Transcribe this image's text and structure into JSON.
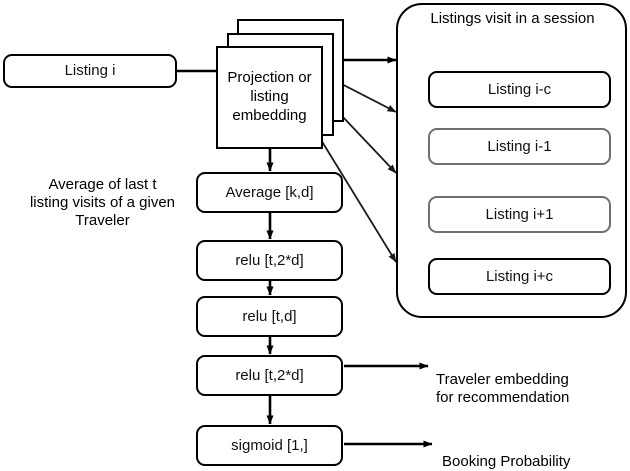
{
  "diagram": {
    "title_text": "Listings visit in a session",
    "input_node": {
      "label": "Listing i"
    },
    "embedding_stack": {
      "label": "Projection or listing embedding",
      "copies": 3
    },
    "side_note": "Average of last t\nlisting visits of a given\nTraveler",
    "pipeline": [
      {
        "id": "average",
        "label": "Average [k,d]"
      },
      {
        "id": "relu1",
        "label": "relu [t,2*d]"
      },
      {
        "id": "relu2",
        "label": "relu [t,d]"
      },
      {
        "id": "relu3",
        "label": "relu [t,2*d]"
      },
      {
        "id": "sigmoid",
        "label": "sigmoid [1,]"
      }
    ],
    "session_panel": {
      "title": "Listings visit in a session",
      "items": [
        {
          "label": "Listing i-c",
          "border": "black"
        },
        {
          "label": "Listing i-1",
          "border": "grey"
        },
        {
          "label": "Listing i+1",
          "border": "grey"
        },
        {
          "label": "Listing i+c",
          "border": "black"
        }
      ]
    },
    "outputs": [
      {
        "id": "traveler-embedding",
        "label": "Traveler embedding\nfor recommendation"
      },
      {
        "id": "booking-probability",
        "label": "Booking Probability"
      }
    ],
    "colors": {
      "stroke": "#000000",
      "stroke_grey": "#6f6f6f",
      "background": "#ffffff",
      "text": "#111111"
    }
  }
}
